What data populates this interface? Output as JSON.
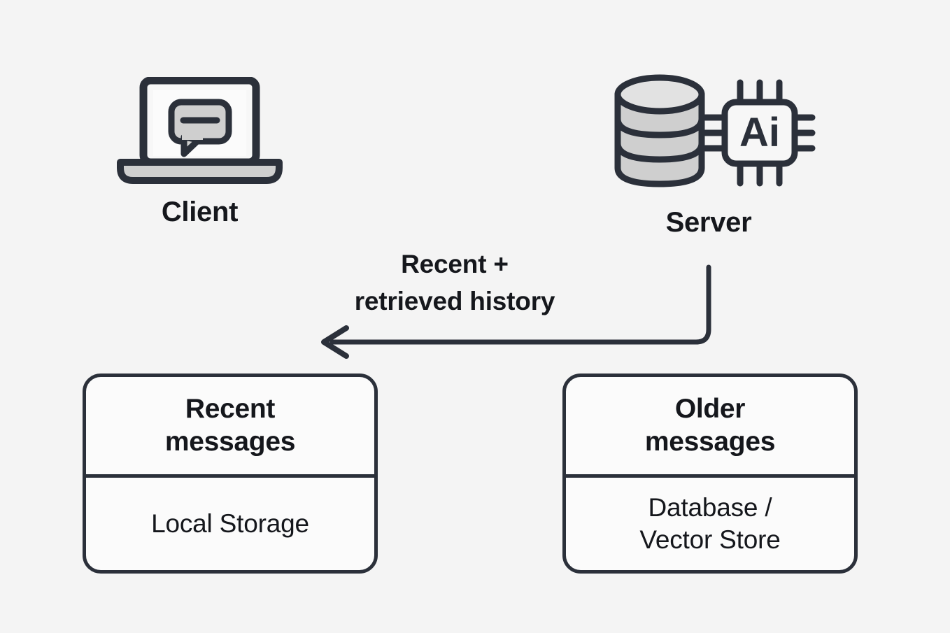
{
  "diagram": {
    "background_color": "#f4f4f4",
    "stroke_color": "#2b303a",
    "text_color": "#15171c",
    "icon_fill_gray": "#cfcfcf",
    "icon_fill_light": "#f7f7f7"
  },
  "nodes": {
    "client": {
      "label": "Client",
      "icon": "laptop-chat-icon"
    },
    "server": {
      "label": "Server",
      "icon": "database-ai-chip-icon",
      "chip_text": "Ai"
    }
  },
  "arrow": {
    "name": "server-to-client-arrow",
    "direction": "right-to-left",
    "caption_line1": "Recent +",
    "caption_line2": "retrieved history"
  },
  "boxes": [
    {
      "name": "recent-messages-box",
      "header": "Recent",
      "header_line2": "messages",
      "body": "Local Storage",
      "body_line2": ""
    },
    {
      "name": "older-messages-box",
      "header": "Older",
      "header_line2": "messages",
      "body": "Database /",
      "body_line2": "Vector Store"
    }
  ]
}
